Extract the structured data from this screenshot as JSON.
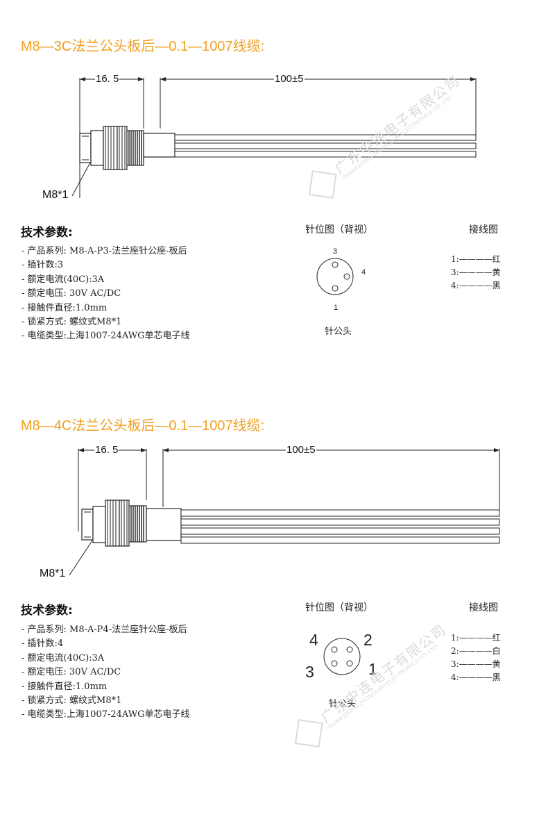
{
  "sections": [
    {
      "title": "M8—3C法兰公头板后—0.1—1007线缆:",
      "dim_left": "16. 5",
      "dim_right": "100±5",
      "thread_label": "M8*1",
      "spec_heading": "技术参数:",
      "specs": [
        "- 产品系列: M8-A-P3-法兰座针公座-板后",
        "- 插针数:3",
        "- 额定电流(40C):3A",
        "- 额定电压: 30V AC/DC",
        "- 接触件直径:1.0mm",
        "- 锁紧方式: 螺纹式M8*1",
        "- 电缆类型:上海1007-24AWG单芯电子线"
      ],
      "pin_heading": "针位图（背视）",
      "pin_labels": [
        "3",
        "4",
        "1"
      ],
      "pin_caption": "针公头",
      "wiring_heading": "接线图",
      "wiring": [
        "1:————红",
        "3:————黄",
        "4:————黑"
      ]
    },
    {
      "title": "M8—4C法兰公头板后—0.1—1007线缆:",
      "dim_left": "16. 5",
      "dim_right": "100±5",
      "thread_label": "M8*1",
      "spec_heading": "技术参数:",
      "specs": [
        "- 产品系列: M8-A-P4-法兰座针公座-板后",
        "- 插针数:4",
        "- 额定电流(40C):3A",
        "- 额定电压: 30V AC/DC",
        "- 接触件直径:1.0mm",
        "- 锁紧方式: 螺纹式M8*1",
        "- 电缆类型:上海1007-24AWG单芯电子线"
      ],
      "pin_heading": "针位图（背视）",
      "pin_labels": [
        "4",
        "2",
        "3",
        "1"
      ],
      "pin_caption": "针公头",
      "wiring_heading": "接线图",
      "wiring": [
        "1:————红",
        "2:————白",
        "3:————黄",
        "4:————黑"
      ]
    }
  ],
  "watermark": {
    "text": "广东中连电子有限公司",
    "subtext": "GUANGDONG ZHONGLIAN ELECTRONICS CO.,LTD"
  },
  "colors": {
    "title": "#f0a020",
    "line": "#222222",
    "watermark": "#d6dbe0"
  }
}
